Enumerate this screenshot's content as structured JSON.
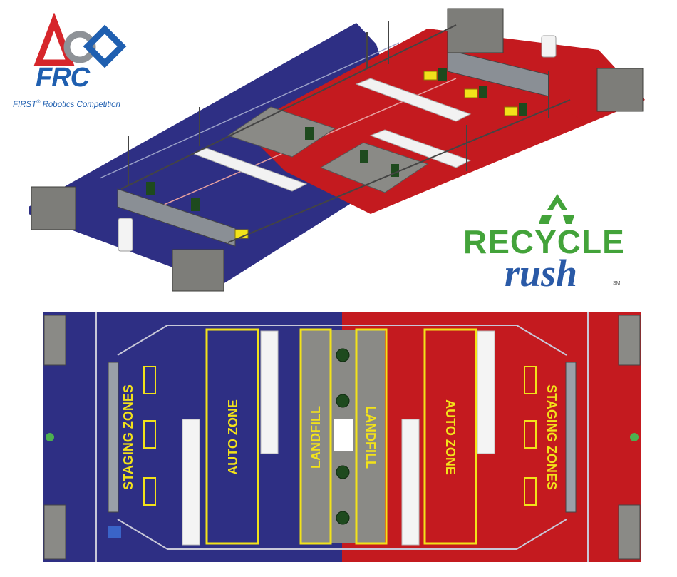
{
  "frc_logo": {
    "acronym": "FRC",
    "full_name": "FIRST",
    "full_name_mark": "®",
    "full_name_suffix": " Robotics Competition"
  },
  "game_logo": {
    "word_top": "RECYCLE",
    "word_bottom": "rush",
    "mark": "SM",
    "icon": "recycle-arrows-icon"
  },
  "field_labels": {
    "blue_staging": "STAGING ZONES",
    "blue_auto": "AUTO ZONE",
    "blue_landfill": "LANDFILL",
    "red_landfill": "LANDFILL",
    "red_auto": "AUTO ZONE",
    "red_staging": "STAGING ZONES"
  },
  "colors": {
    "blue_alliance": "#2e2f84",
    "red_alliance": "#c41a1f",
    "zone_outline": "#f2e21a",
    "landfill_totes": "#8a8a86",
    "recycling_container": "#1e4a1e",
    "logo_green": "#43a33a",
    "logo_blue": "#2a5aa7"
  }
}
